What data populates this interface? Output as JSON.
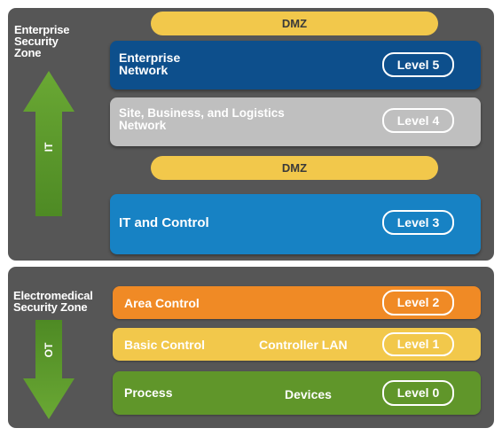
{
  "enterprise_zone": {
    "title": "Enterprise\nSecurity\nZone",
    "arrow_label": "IT",
    "arrow_color": "#5e9b2e",
    "dmz_top": "DMZ",
    "dmz_middle": "DMZ",
    "levels": [
      {
        "name": "Enterprise\nNetwork",
        "badge": "Level 5",
        "color": "#0d4f8c"
      },
      {
        "name": "Site, Business, and Logistics\nNetwork",
        "badge": "Level 4",
        "color": "#bfbfbf"
      },
      {
        "name": "IT and Control",
        "badge": "Level 3",
        "color": "#1782c4"
      }
    ]
  },
  "electromedical_zone": {
    "title": "Electromedical\nSecurity Zone",
    "arrow_label": "OT",
    "arrow_color": "#5e9b2e",
    "levels": [
      {
        "name": "Area Control",
        "middle": "",
        "badge": "Level 2",
        "color": "#f08a25"
      },
      {
        "name": "Basic Control",
        "middle": "Controller LAN",
        "badge": "Level 1",
        "color": "#f2c84b"
      },
      {
        "name": "Process",
        "middle": "Devices",
        "badge": "Level 0",
        "color": "#60962a"
      }
    ]
  },
  "colors": {
    "panel": "#565656",
    "dmz": "#f2c84b"
  }
}
